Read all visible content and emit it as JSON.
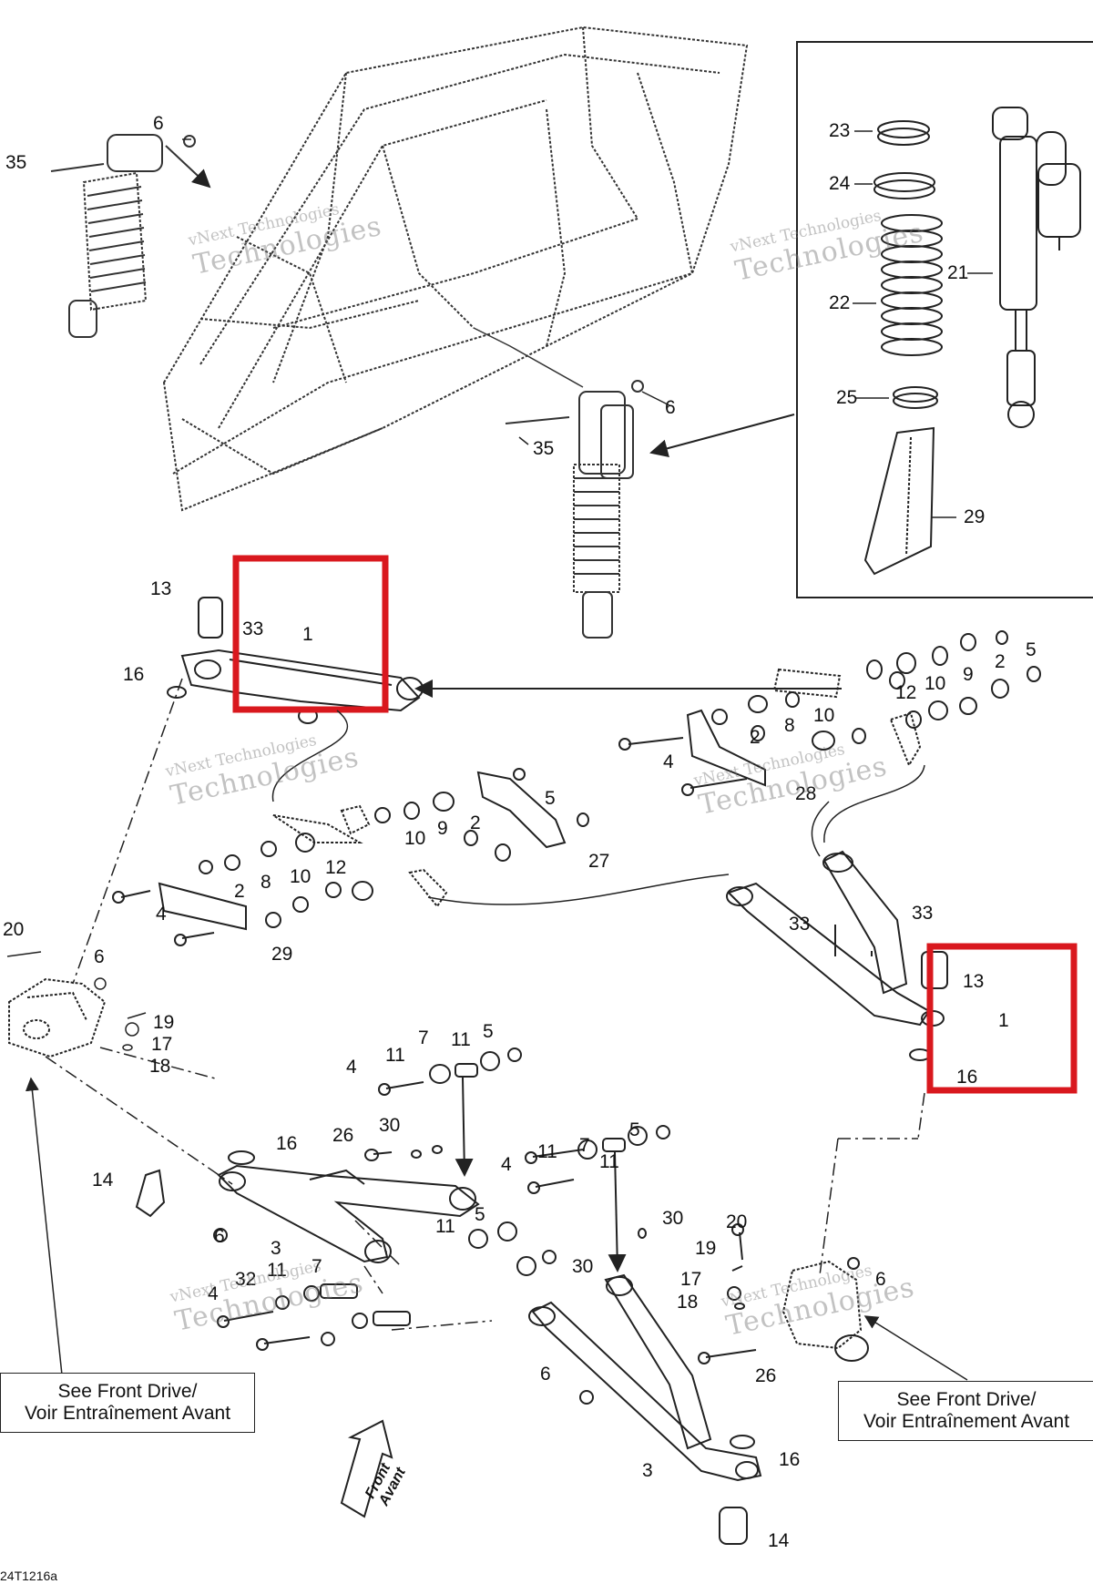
{
  "callouts": [
    {
      "id": "c-35a",
      "text": "35"
    },
    {
      "id": "c-6a",
      "text": "6"
    },
    {
      "id": "c-23",
      "text": "23"
    },
    {
      "id": "c-24",
      "text": "24"
    },
    {
      "id": "c-21",
      "text": "21"
    },
    {
      "id": "c-22",
      "text": "22"
    },
    {
      "id": "c-25",
      "text": "25"
    },
    {
      "id": "c-29a",
      "text": "29"
    },
    {
      "id": "c-6b",
      "text": "6"
    },
    {
      "id": "c-35b",
      "text": "35"
    },
    {
      "id": "c-13a",
      "text": "13"
    },
    {
      "id": "c-33a",
      "text": "33"
    },
    {
      "id": "c-1a",
      "text": "1"
    },
    {
      "id": "c-16a",
      "text": "16"
    },
    {
      "id": "c-5a",
      "text": "5"
    },
    {
      "id": "c-2a",
      "text": "2"
    },
    {
      "id": "c-9a",
      "text": "9"
    },
    {
      "id": "c-10a",
      "text": "10"
    },
    {
      "id": "c-12a",
      "text": "12"
    },
    {
      "id": "c-8a",
      "text": "8"
    },
    {
      "id": "c-10b",
      "text": "10"
    },
    {
      "id": "c-2b",
      "text": "2"
    },
    {
      "id": "c-4a",
      "text": "4"
    },
    {
      "id": "c-28",
      "text": "28"
    },
    {
      "id": "c-5b",
      "text": "5"
    },
    {
      "id": "c-9b",
      "text": "9"
    },
    {
      "id": "c-2c",
      "text": "2"
    },
    {
      "id": "c-10c",
      "text": "10"
    },
    {
      "id": "c-27",
      "text": "27"
    },
    {
      "id": "c-8b",
      "text": "8"
    },
    {
      "id": "c-12b",
      "text": "12"
    },
    {
      "id": "c-2d",
      "text": "2"
    },
    {
      "id": "c-10d",
      "text": "10"
    },
    {
      "id": "c-4b",
      "text": "4"
    },
    {
      "id": "c-29b",
      "text": "29"
    },
    {
      "id": "c-33b",
      "text": "33"
    },
    {
      "id": "c-33c",
      "text": "33"
    },
    {
      "id": "c-13b",
      "text": "13"
    },
    {
      "id": "c-1b",
      "text": "1"
    },
    {
      "id": "c-16b",
      "text": "16"
    },
    {
      "id": "c-20a",
      "text": "20"
    },
    {
      "id": "c-6c",
      "text": "6"
    },
    {
      "id": "c-19a",
      "text": "19"
    },
    {
      "id": "c-17a",
      "text": "17"
    },
    {
      "id": "c-18a",
      "text": "18"
    },
    {
      "id": "c-7a",
      "text": "7"
    },
    {
      "id": "c-11a",
      "text": "11"
    },
    {
      "id": "c-5c",
      "text": "5"
    },
    {
      "id": "c-11b",
      "text": "11"
    },
    {
      "id": "c-4c",
      "text": "4"
    },
    {
      "id": "c-26a",
      "text": "26"
    },
    {
      "id": "c-30a",
      "text": "30"
    },
    {
      "id": "c-16c",
      "text": "16"
    },
    {
      "id": "c-11c",
      "text": "11"
    },
    {
      "id": "c-5d",
      "text": "5"
    },
    {
      "id": "c-7b",
      "text": "7"
    },
    {
      "id": "c-11d",
      "text": "11"
    },
    {
      "id": "c-4d",
      "text": "4"
    },
    {
      "id": "c-14a",
      "text": "14"
    },
    {
      "id": "c-6d",
      "text": "6"
    },
    {
      "id": "c-3a",
      "text": "3"
    },
    {
      "id": "c-5e",
      "text": "5"
    },
    {
      "id": "c-11e",
      "text": "11"
    },
    {
      "id": "c-30b",
      "text": "30"
    },
    {
      "id": "c-30c",
      "text": "30"
    },
    {
      "id": "c-20b",
      "text": "20"
    },
    {
      "id": "c-19b",
      "text": "19"
    },
    {
      "id": "c-17b",
      "text": "17"
    },
    {
      "id": "c-18b",
      "text": "18"
    },
    {
      "id": "c-6e",
      "text": "6"
    },
    {
      "id": "c-32",
      "text": "32"
    },
    {
      "id": "c-11f",
      "text": "11"
    },
    {
      "id": "c-7c",
      "text": "7"
    },
    {
      "id": "c-4e",
      "text": "4"
    },
    {
      "id": "c-26b",
      "text": "26"
    },
    {
      "id": "c-6f",
      "text": "6"
    },
    {
      "id": "c-3b",
      "text": "3"
    },
    {
      "id": "c-16d",
      "text": "16"
    },
    {
      "id": "c-14b",
      "text": "14"
    }
  ],
  "notes": {
    "left": {
      "line1": "See Front Drive/",
      "line2": "Voir Entraînement Avant"
    },
    "right": {
      "line1": "See Front Drive/",
      "line2": "Voir Entraînement Avant"
    }
  },
  "front_arrow": {
    "line1": "Front",
    "line2": "Avant"
  },
  "watermark": {
    "line1": "vNext Technologies",
    "line2": "Technologies"
  },
  "figure_code": "24T1216a",
  "colors": {
    "highlight": "#d9181e",
    "line": "#222222",
    "watermark": "#9a9a9a"
  }
}
